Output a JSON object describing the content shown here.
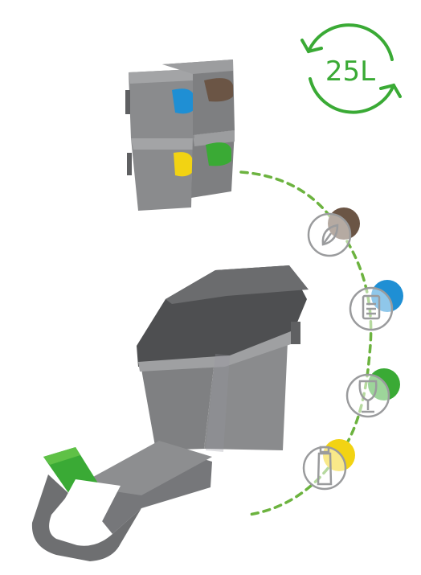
{
  "capacity_badge": {
    "label": "25L",
    "color": "#3aaa35"
  },
  "colors": {
    "bin_body": "#8a8b8d",
    "bin_dark": "#5f6062",
    "bin_light": "#a3a4a6",
    "blue": "#1f8fd4",
    "brown": "#6b5545",
    "yellow": "#f2d313",
    "green": "#3aaa35",
    "path_green": "#6cb33f",
    "icon_gray": "#9a9b9d"
  },
  "waste_icons": [
    {
      "icon": "organic-leaf-icon",
      "accent": "brown"
    },
    {
      "icon": "paper-document-icon",
      "accent": "blue"
    },
    {
      "icon": "glass-goblet-icon",
      "accent": "green"
    },
    {
      "icon": "plastic-bottle-icon",
      "accent": "yellow"
    }
  ]
}
